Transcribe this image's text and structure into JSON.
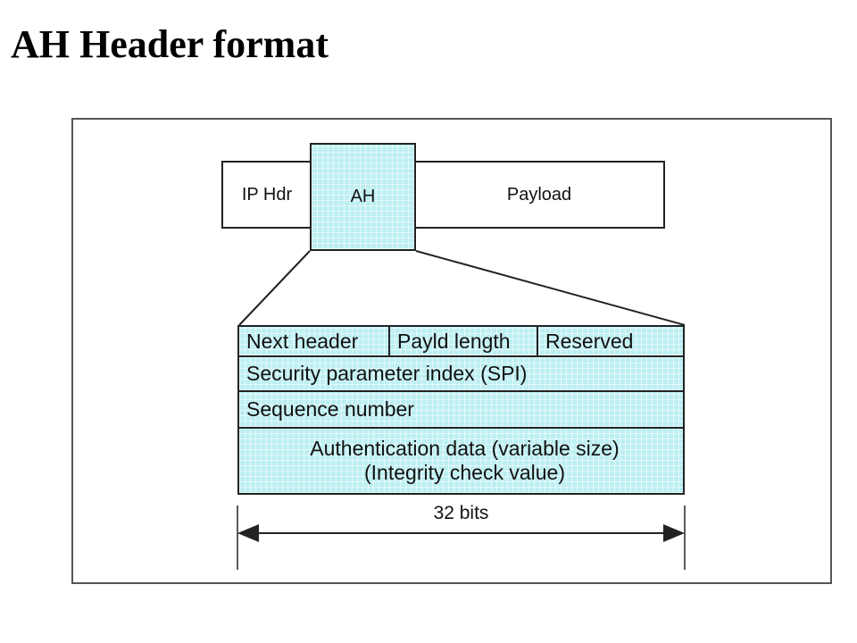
{
  "title": "AH Header format",
  "packet": {
    "ip_hdr": "IP Hdr",
    "ah": "AH",
    "payload": "Payload"
  },
  "fields": {
    "row1": [
      "Next header",
      "Payld length",
      "Reserved"
    ],
    "spi": "Security parameter index (SPI)",
    "sequence": "Sequence number",
    "auth_line1": "Authentication data (variable size)",
    "auth_line2": "(Integrity check value)"
  },
  "width_label": "32 bits",
  "colors": {
    "hatch_fill": "#bdeff2",
    "outline": "#222222"
  }
}
